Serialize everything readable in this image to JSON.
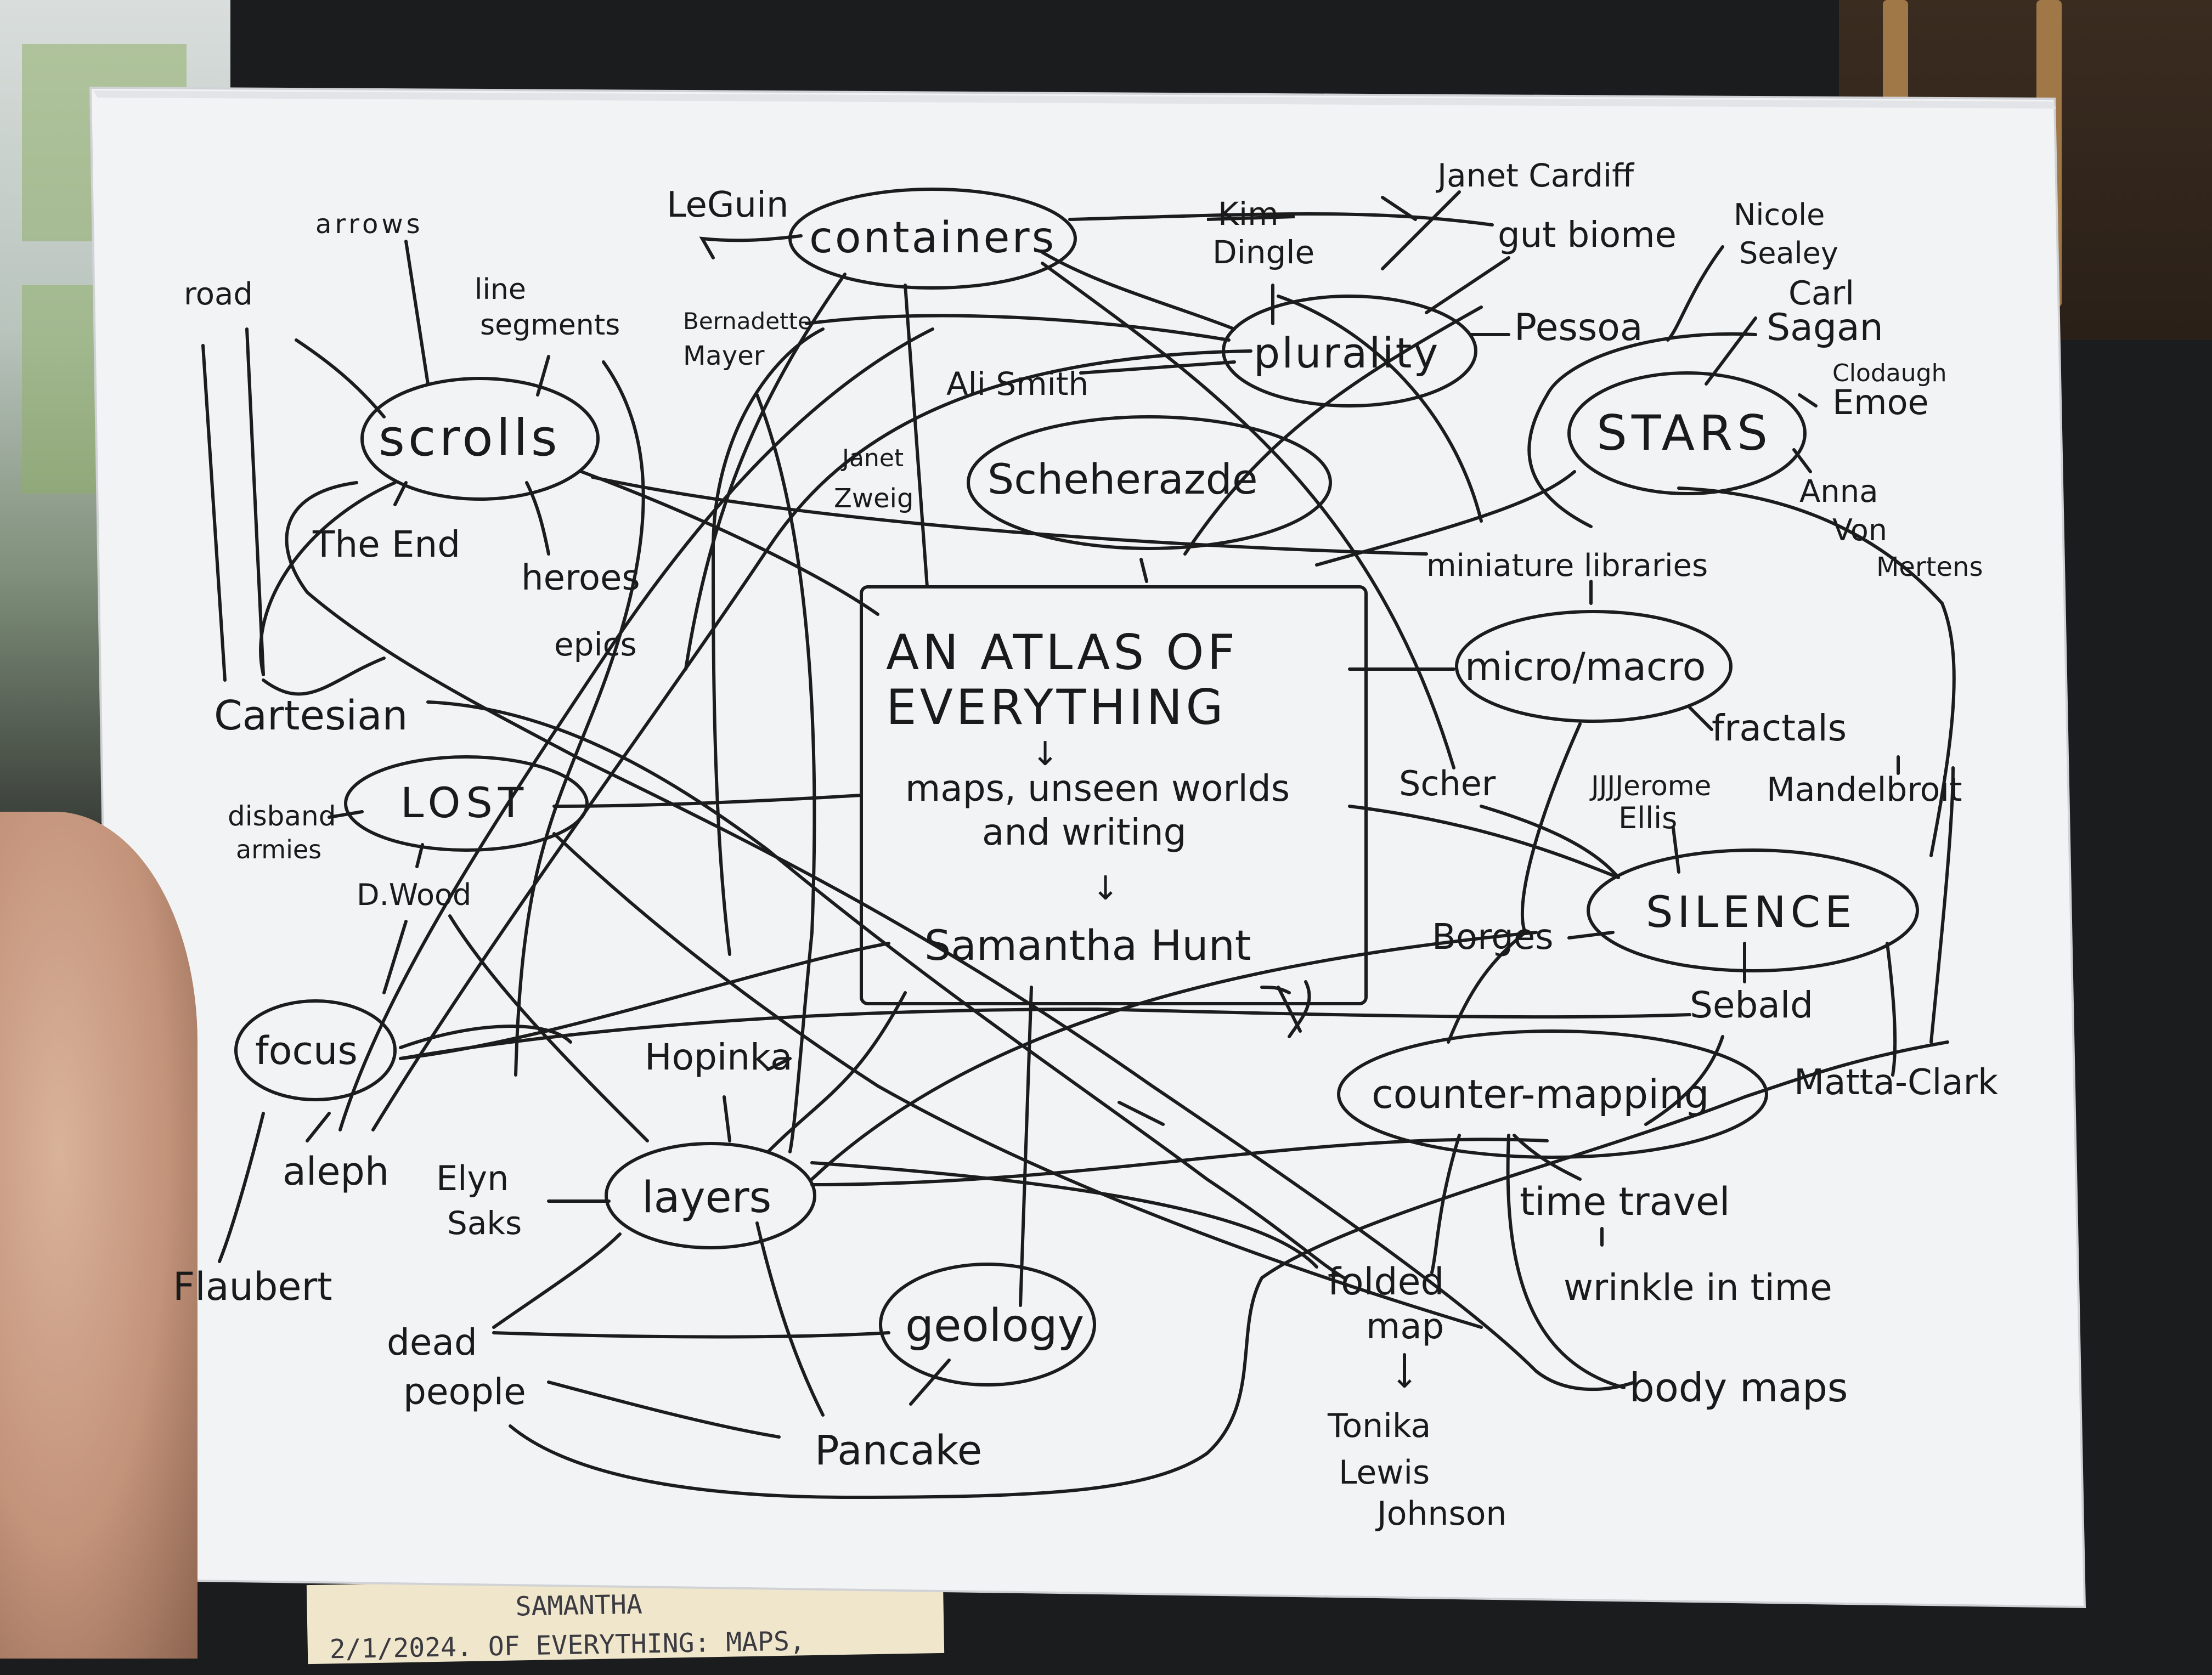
{
  "diagram": {
    "center": {
      "title_line1": "AN ATLAS OF",
      "title_line2": "EVERYTHING",
      "arrow1": "↓",
      "sub_line1": "maps, unseen worlds",
      "sub_line2": "and writing",
      "arrow2": "↓",
      "author": "Samantha Hunt"
    },
    "circled": {
      "containers": "containers",
      "plurality": "plurality",
      "scrolls": "scrolls",
      "scheherazade": "Scheherazde",
      "stars": "STARS",
      "micro_macro": "micro/macro",
      "lost": "LOST",
      "silence": "SILENCE",
      "focus": "focus",
      "counter_mapping": "counter-mapping",
      "layers": "layers",
      "geology": "geology"
    },
    "labels": {
      "leguin": "LeGuin",
      "arrows": "arrows",
      "road": "road",
      "line": "line",
      "segments": "segments",
      "bernadette": "Bernadette",
      "mayer": "Mayer",
      "ali_smith": "Ali Smith",
      "janet": "Janet",
      "zweig": "Zweig",
      "kim": "Kim",
      "dingle": "Dingle",
      "janet_cardiff": "Janet Cardiff",
      "gut_biome": "gut biome",
      "pessoa": "Pessoa",
      "nicole": "Nicole",
      "sealey": "Sealey",
      "carl": "Carl",
      "sagan": "Sagan",
      "clodaugh": "Clodaugh",
      "emoe": "Emoe",
      "anna": "Anna",
      "von": "Von",
      "mertens": "Mertens",
      "the_end": "The End",
      "heroes": "heroes",
      "epics": "epics",
      "cartesian": "Cartesian",
      "disband": "disband",
      "armies": "armies",
      "d_wood": "D.Wood",
      "miniature_libraries": "miniature libraries",
      "fractals": "fractals",
      "mandelbroit": "Mandelbroit",
      "scher": "Scher",
      "jjjjerome": "JJJJerome",
      "ellis": "Ellis",
      "borges": "Borges",
      "sebald": "Sebald",
      "matta_clark": "Matta-Clark",
      "hopinka": "Hopinka",
      "aleph": "aleph",
      "elyn": "Elyn",
      "saks": "Saks",
      "flaubert": "Flaubert",
      "dead": "dead",
      "people": "people",
      "pancake": "Pancake",
      "time_travel": "time travel",
      "wrinkle_in_time": "wrinkle in time",
      "folded": "folded",
      "map": "map",
      "tonika": "Tonika",
      "lewis": "Lewis",
      "johnson": "Johnson",
      "body_maps": "body maps"
    }
  },
  "notebook": {
    "line1": "SAMANTHA",
    "line2": "2/1/2024.  OF EVERYTHING: MAPS,"
  }
}
